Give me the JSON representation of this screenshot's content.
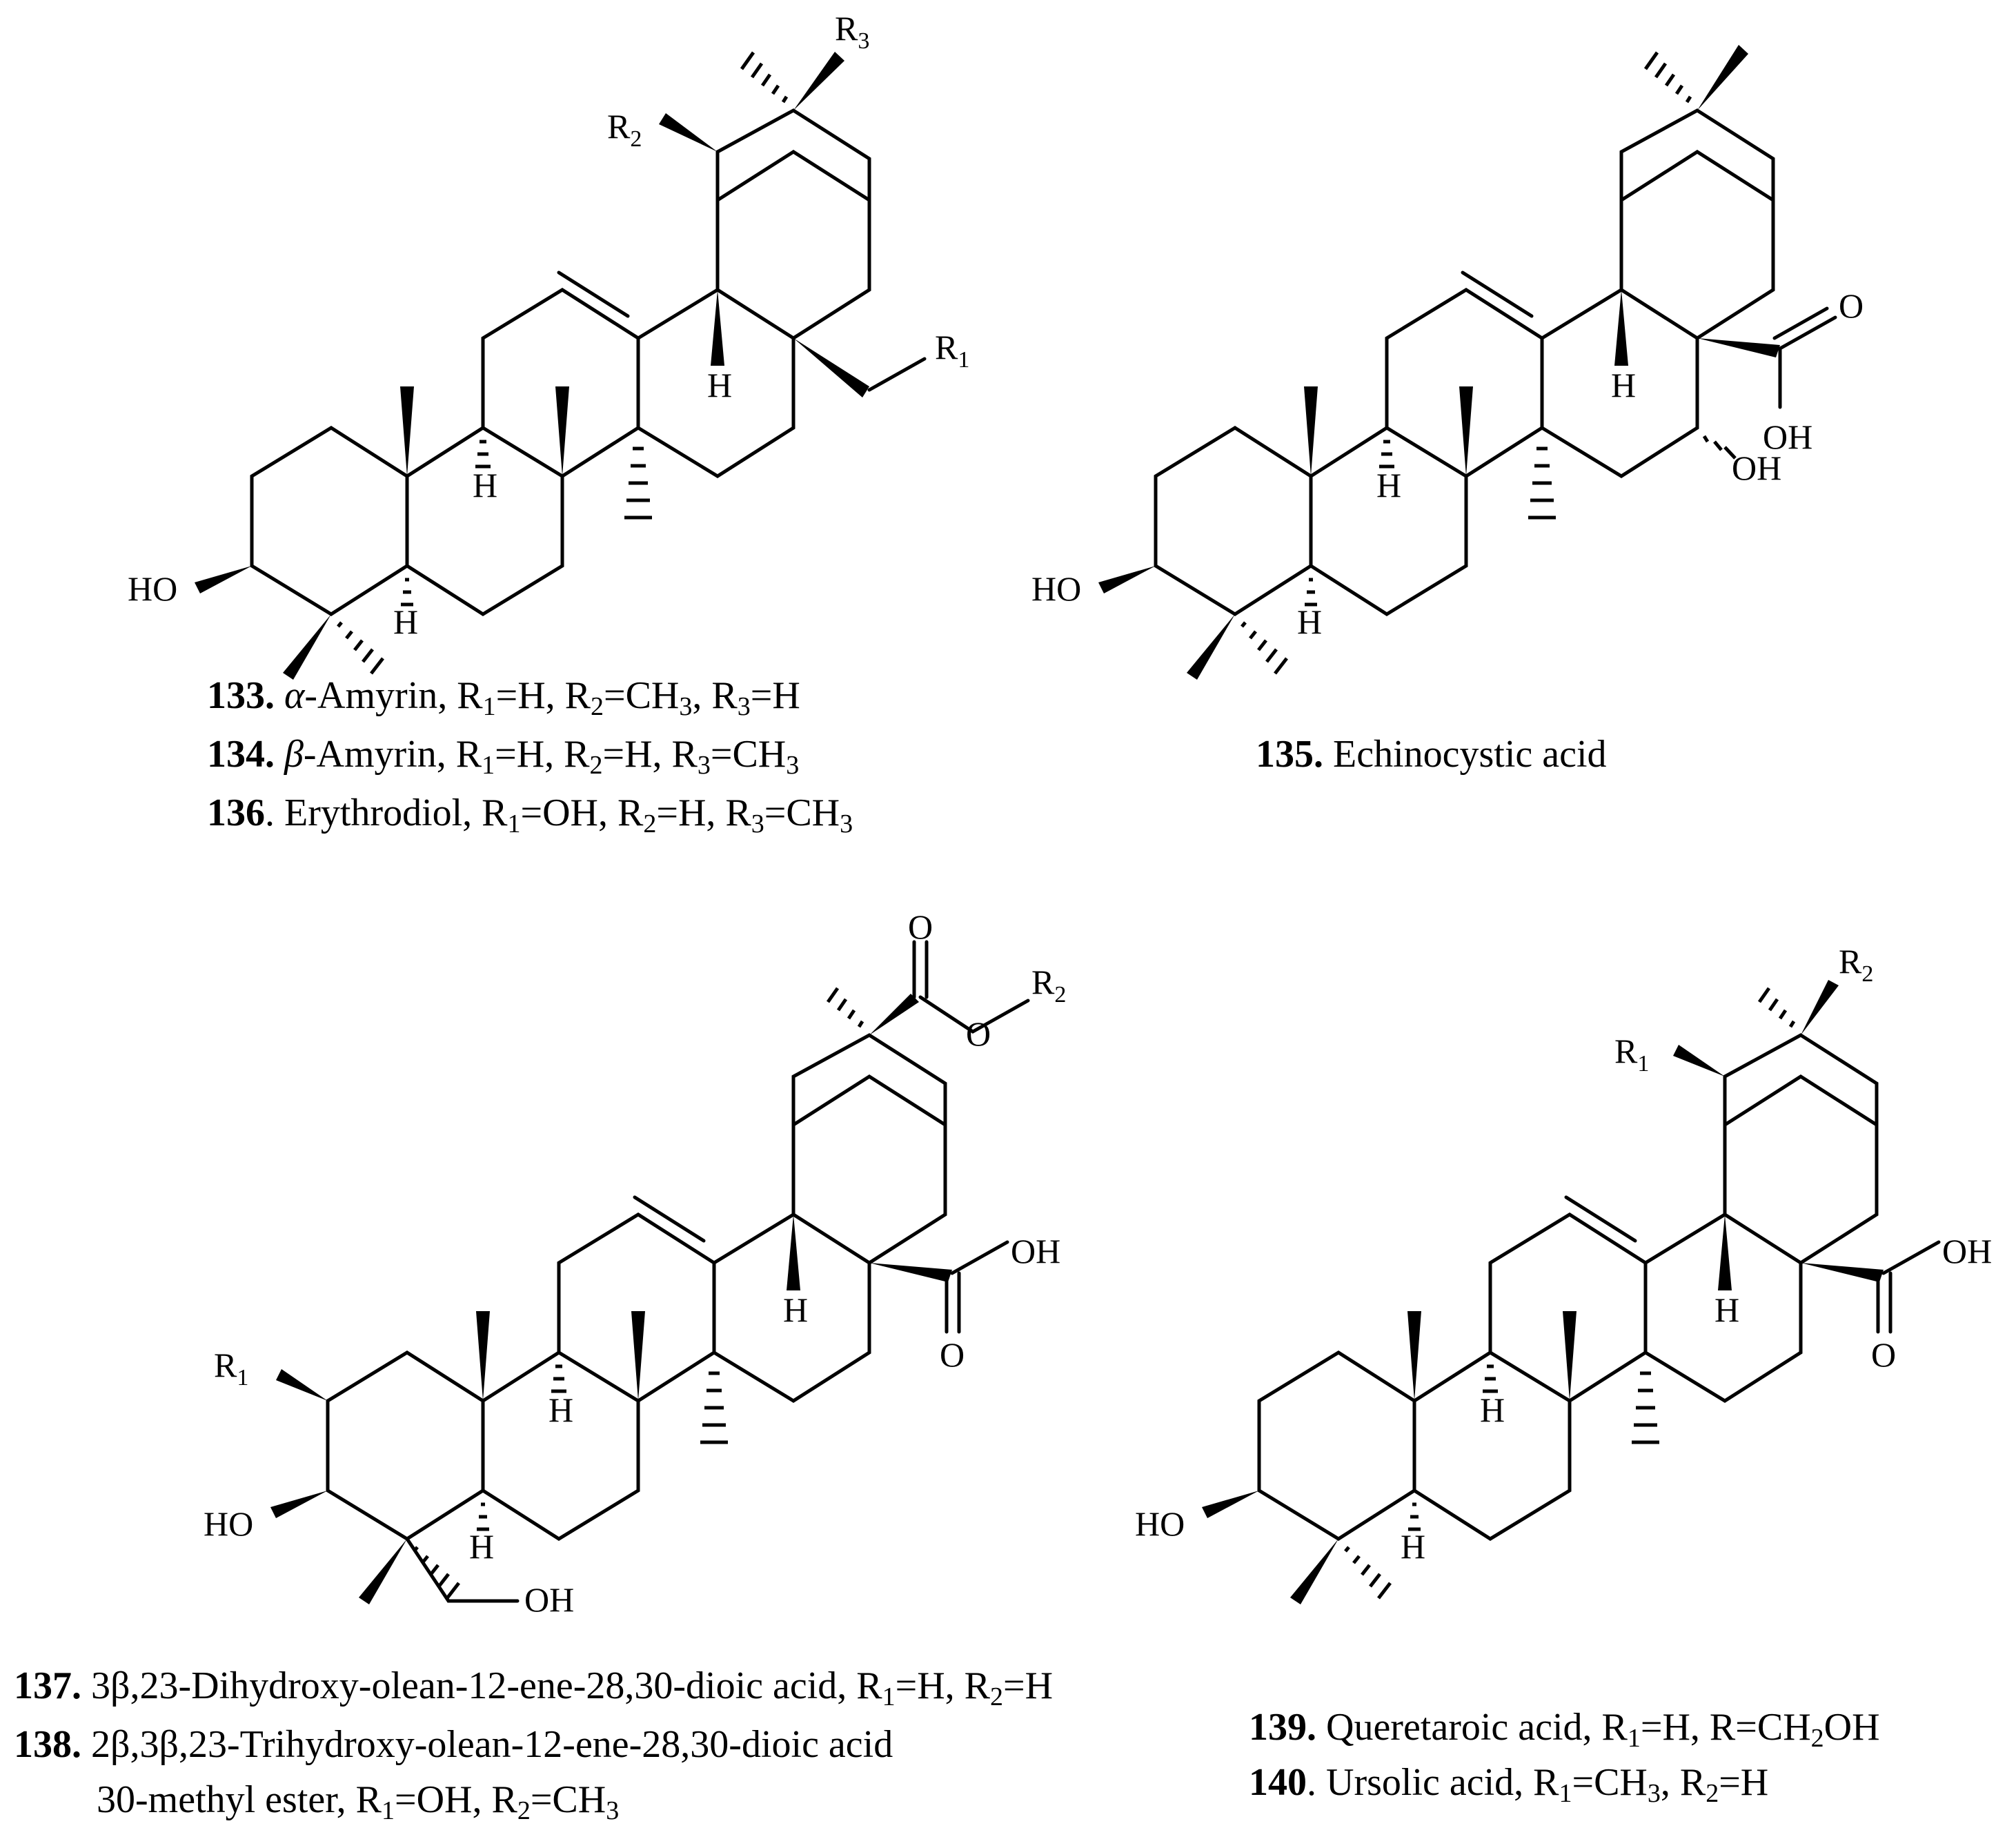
{
  "molecules": [
    {
      "labels": {
        "r3": "R",
        "r3_sub": "3",
        "r2": "R",
        "r2_sub": "2",
        "r1": "R",
        "r1_sub": "1",
        "ho": "HO",
        "h18": "H",
        "h9": "H",
        "h5": "H"
      },
      "captions": [
        {
          "num": "133.",
          "name": "α",
          "rest": "-Amyrin, R",
          "s1": "1",
          "t1": "=H, R",
          "s2": "2",
          "t2": "=CH",
          "s3": "3",
          "t3": ", R",
          "s4": "3",
          "t4": "=H"
        },
        {
          "num": "134.",
          "name": "β",
          "rest": "-Amyrin, R",
          "s1": "1",
          "t1": "=H, R",
          "s2": "2",
          "t2": "=H, R",
          "s3": "3",
          "t3": "=CH",
          "s4": "3",
          "t4": ""
        },
        {
          "num": "136",
          "dot": ".",
          "rest": " Erythrodiol, R",
          "s1": "1",
          "t1": "=OH, R",
          "s2": "2",
          "t2": "=H, R",
          "s3": "3",
          "t3": "=CH",
          "s4": "3",
          "t4": ""
        }
      ]
    },
    {
      "labels": {
        "o": "O",
        "oh1": "OH",
        "oh2": "OH",
        "ho": "HO",
        "h18": "H",
        "h9": "H",
        "h5": "H"
      },
      "captions": [
        {
          "num": "135.",
          "rest": " Echinocystic acid"
        }
      ]
    },
    {
      "labels": {
        "o1": "O",
        "o2": "O",
        "r2": "R",
        "r2_sub": "2",
        "oh": "OH",
        "o3": "O",
        "r1": "R",
        "r1_sub": "1",
        "ho": "HO",
        "oh23": "OH",
        "h18": "H",
        "h9": "H",
        "h5": "H"
      },
      "captions": [
        {
          "num": "137.",
          "rest": " 3β,23-Dihydroxy-olean-12-ene-28,30-dioic acid, R",
          "s1": "1",
          "t1": "=H, R",
          "s2": "2",
          "t2": "=H"
        },
        {
          "num": "138.",
          "rest": " 2β,3β,23-Trihydroxy-olean-12-ene-28,30-dioic acid"
        },
        {
          "rest": "30-methyl ester, R",
          "s1": "1",
          "t1": "=OH, R",
          "s2": "2",
          "t2": "=CH",
          "s3": "3",
          "t3": ""
        }
      ]
    },
    {
      "labels": {
        "r2": "R",
        "r2_sub": "2",
        "r1": "R",
        "r1_sub": "1",
        "oh": "OH",
        "o": "O",
        "ho": "HO",
        "h18": "H",
        "h9": "H",
        "h5": "H"
      },
      "captions": [
        {
          "num": "139.",
          "rest": " Queretaroic acid, R",
          "s1": "1",
          "t1": "=H, R=CH",
          "s2": "2",
          "t2": "OH"
        },
        {
          "num": "140",
          "dot": ".",
          "rest": " Ursolic acid, R",
          "s1": "1",
          "t1": "=CH",
          "s2": "3",
          "t2": ", R",
          "s3": "2",
          "t3": "=H"
        }
      ]
    }
  ]
}
